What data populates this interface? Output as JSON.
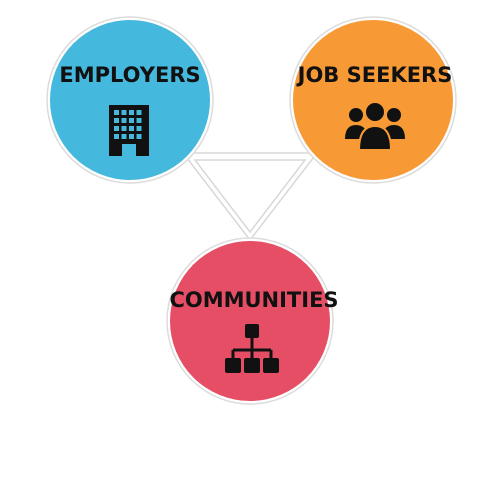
{
  "nodes": {
    "employers": {
      "label": "EMPLOYERS",
      "color": "#45B8DE",
      "icon": "office-building-icon"
    },
    "job_seekers": {
      "label": "JOB SEEKERS",
      "color": "#F79A36",
      "icon": "people-group-icon"
    },
    "communities": {
      "label": "COMMUNITIES",
      "color": "#E64E66",
      "icon": "hierarchy-network-icon"
    }
  }
}
